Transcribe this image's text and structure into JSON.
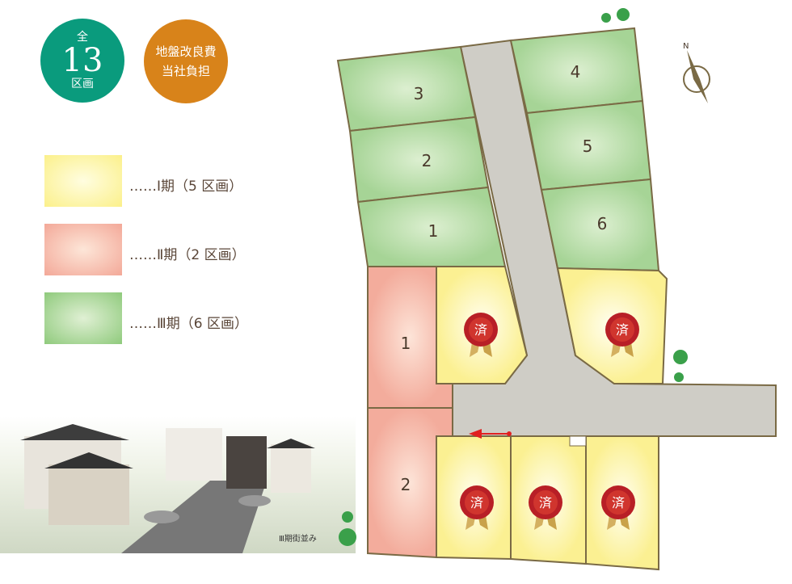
{
  "badge_total": {
    "top": "全",
    "number": "13",
    "bottom": "区画"
  },
  "badge_cost": {
    "line1": "地盤改良費",
    "line2": "当社負担"
  },
  "legend": [
    {
      "label": "……Ⅰ期（5 区画）",
      "color": "#fdf7a8"
    },
    {
      "label": "……Ⅱ期（2 区画）",
      "color": "#f7c2b2"
    },
    {
      "label": "……Ⅲ期（6 区画）",
      "color": "#b8dca6"
    }
  ],
  "illustration_label": "Ⅲ期街並み",
  "lots": {
    "green": [
      "1",
      "2",
      "3",
      "4",
      "5",
      "6"
    ],
    "pink": [
      "1",
      "2"
    ]
  },
  "sold_label": "済",
  "compass_label": "N",
  "colors": {
    "yellow": "#fdf6a6",
    "pink": "#f6c4b4",
    "green": "#c4e2b2",
    "road": "#cfcdc6",
    "border": "#7a6a45",
    "seal": "#c0262c",
    "arrow": "#e02020"
  }
}
